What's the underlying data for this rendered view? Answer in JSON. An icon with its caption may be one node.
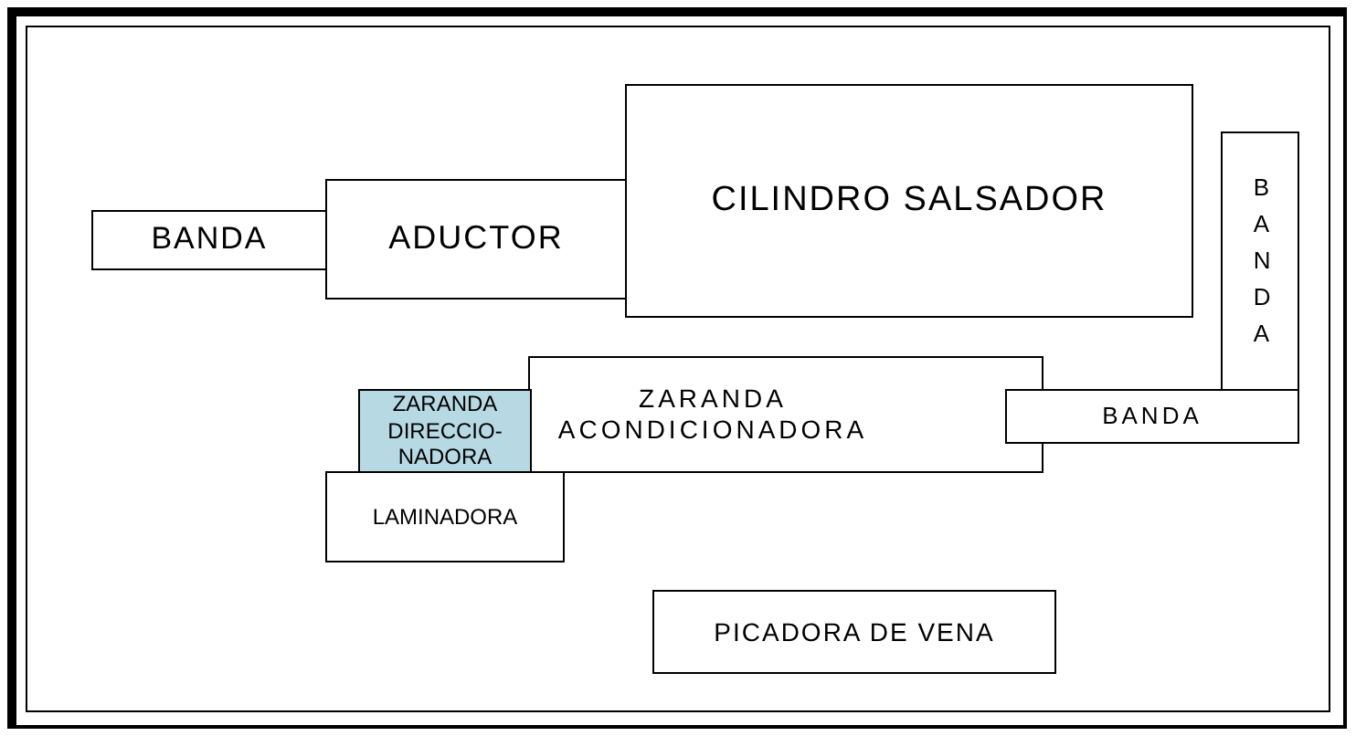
{
  "diagram": {
    "nodes": [
      {
        "text": [
          "BANDA"
        ]
      },
      {
        "text": [
          "ADUCTOR"
        ]
      },
      {
        "text": [
          "CILINDRO SALSADOR"
        ]
      },
      {
        "text": [
          "BANDA"
        ]
      },
      {
        "text": [
          "ZARANDA DIRECCIO- NADORA"
        ]
      },
      {
        "text": [
          "ZARANDA ACONDICIONADORA"
        ]
      },
      {
        "text": [
          "BANDA"
        ]
      },
      {
        "text": [
          "LAMINADORA"
        ]
      },
      {
        "text": [
          "PICADORA DE VENA"
        ]
      }
    ]
  }
}
